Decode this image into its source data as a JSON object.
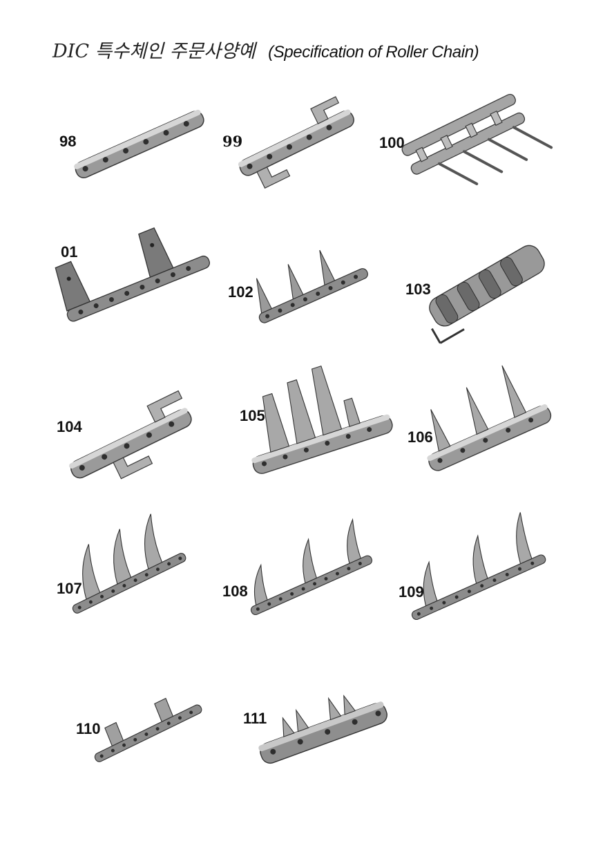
{
  "title": {
    "korean": "DIC 특수체인  주문사양예",
    "english": "(Specification of Roller Chain)"
  },
  "items": [
    {
      "number": "98",
      "type": "straight-link"
    },
    {
      "number": "99",
      "type": "bent-attachment"
    },
    {
      "number": "100",
      "type": "extended-pin"
    },
    {
      "number": "01",
      "type": "tall-plate"
    },
    {
      "number": "102",
      "type": "spike-three"
    },
    {
      "number": "103",
      "type": "roller-rod"
    },
    {
      "number": "104",
      "type": "bent-attachment-wide"
    },
    {
      "number": "105",
      "type": "multi-blade"
    },
    {
      "number": "106",
      "type": "spike-wide"
    },
    {
      "number": "107",
      "type": "curved-spike"
    },
    {
      "number": "108",
      "type": "curved-spike-spaced"
    },
    {
      "number": "109",
      "type": "curved-spike-spaced"
    },
    {
      "number": "110",
      "type": "flat-tab"
    },
    {
      "number": "111",
      "type": "double-spike-block"
    }
  ],
  "colors": {
    "chain_dark": "#3a3a3a",
    "chain_mid": "#8a8a8a",
    "chain_light": "#c9c9c9",
    "label": "#111111"
  }
}
